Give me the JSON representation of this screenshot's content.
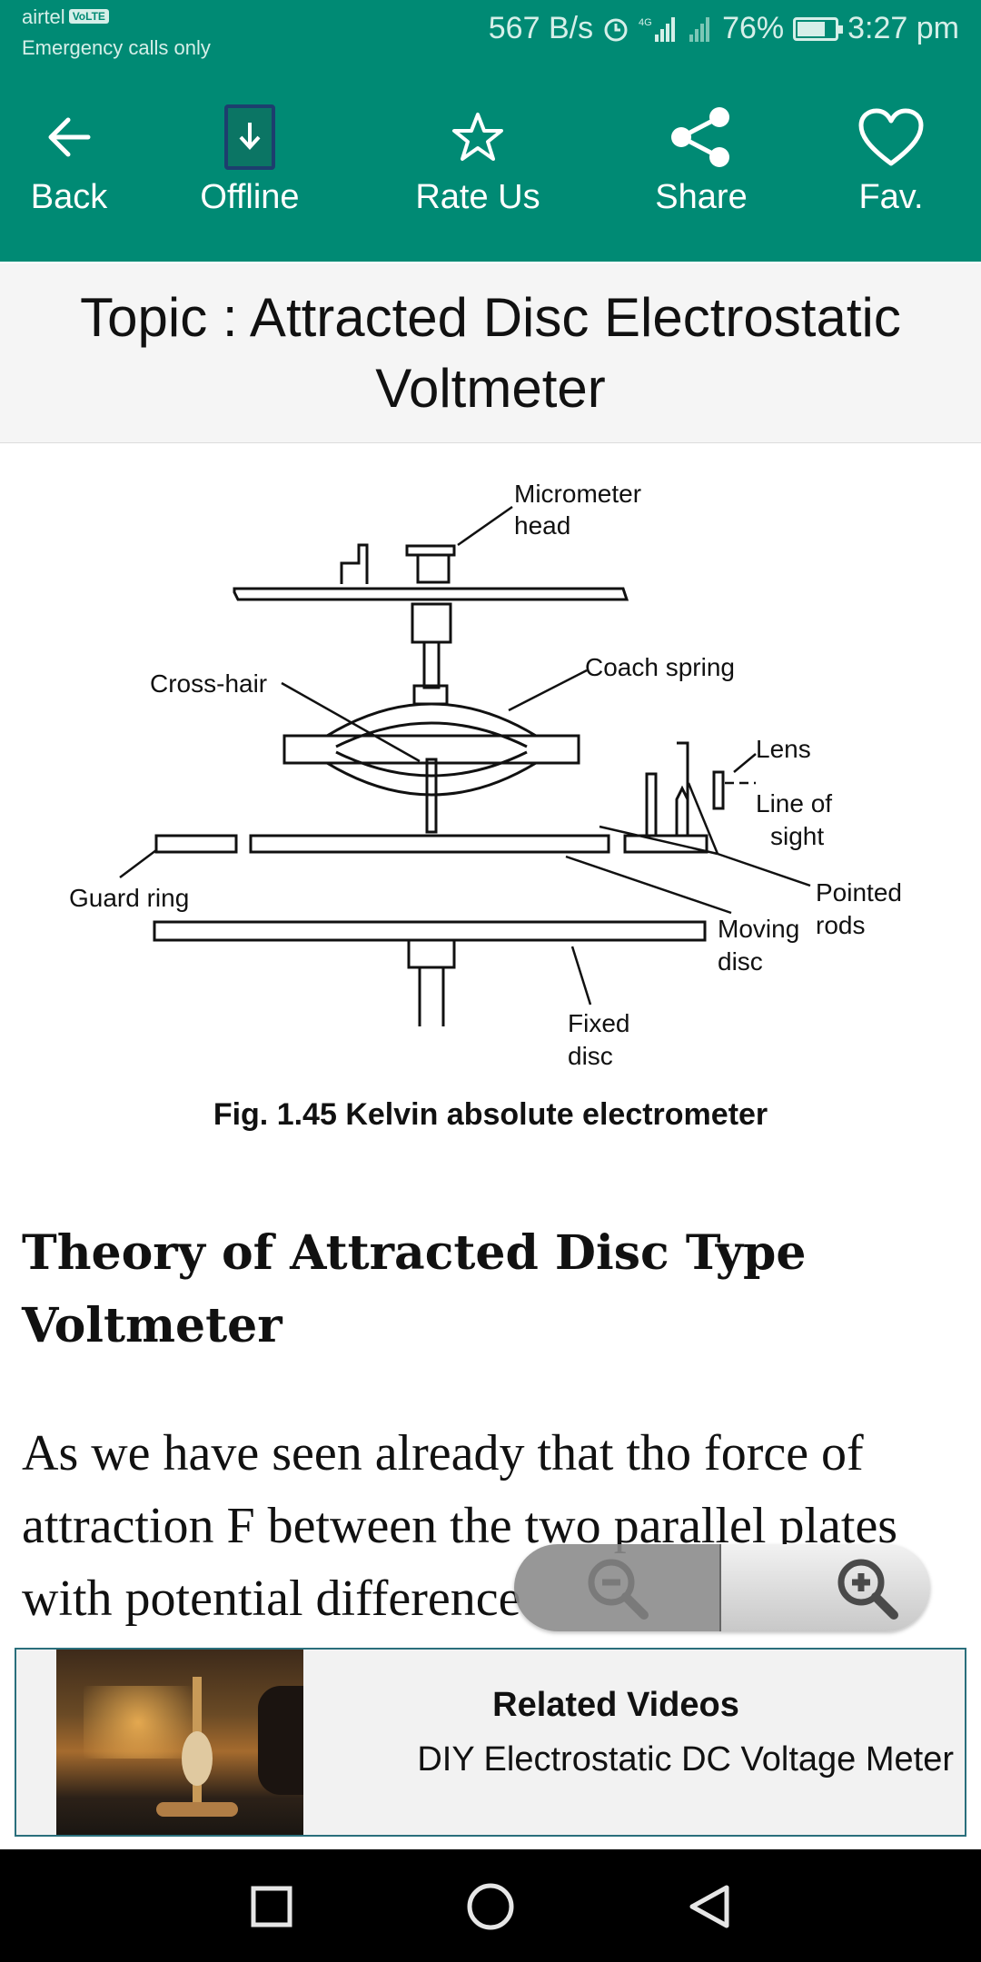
{
  "status_bar": {
    "carrier": "airtel",
    "volte": "VoLTE",
    "emergency": "Emergency calls only",
    "speed": "567 B/s",
    "network": "4G",
    "battery": "76%",
    "battery_level": 0.76,
    "time": "3:27 pm"
  },
  "toolbar": {
    "back_label": "Back",
    "offline_label": "Offline",
    "rate_label": "Rate Us",
    "share_label": "Share",
    "fav_label": "Fav.",
    "color": "#008a74"
  },
  "topic": {
    "title": "Topic : Attracted Disc Electrostatic Voltmeter"
  },
  "figure": {
    "labels": {
      "micrometer": "Micrometer",
      "head": "head",
      "cross_hair": "Cross-hair",
      "coach_spring": "Coach spring",
      "lens": "Lens",
      "line_of": "Line of",
      "sight": "sight",
      "guard_ring": "Guard ring",
      "pointed": "Pointed",
      "rods": "rods",
      "moving": "Moving",
      "disc_m": "disc",
      "fixed": "Fixed",
      "disc_f": "disc"
    },
    "caption": "Fig. 1.45 Kelvin absolute electrometer"
  },
  "article": {
    "heading": "Theory of Attracted Disc Type Voltmeter",
    "paragraph": "As we have seen already that tho force of attraction F between the two parallel plates with potential difference"
  },
  "related": {
    "title": "Related Videos",
    "video_title": "DIY Electrostatic DC Voltage Meter"
  }
}
